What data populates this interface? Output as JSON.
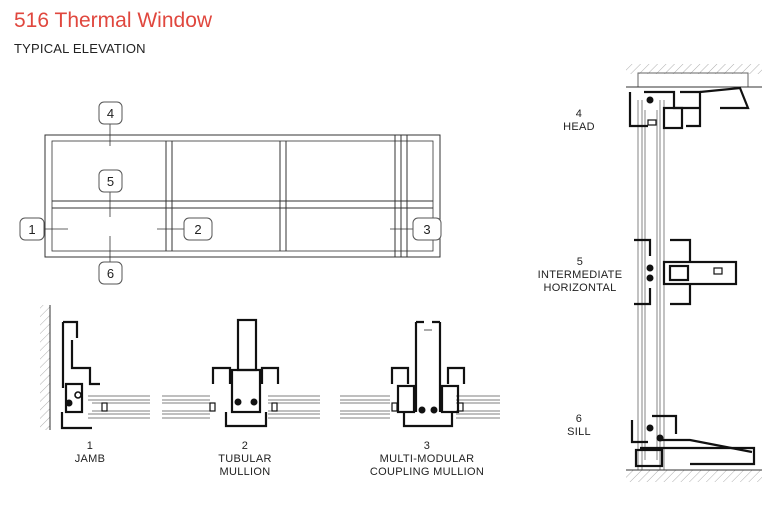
{
  "header": {
    "title": "516 Thermal Window",
    "subtitle": "TYPICAL ELEVATION"
  },
  "elevation": {
    "callouts": [
      "1",
      "2",
      "3",
      "4",
      "5",
      "6"
    ]
  },
  "details": {
    "jamb": {
      "number": "1",
      "line1": "JAMB",
      "line2": ""
    },
    "tubular": {
      "number": "2",
      "line1": "TUBULAR",
      "line2": "MULLION"
    },
    "multi": {
      "number": "3",
      "line1": "MULTI-MODULAR",
      "line2": "COUPLING MULLION"
    },
    "head": {
      "number": "4",
      "line1": "HEAD",
      "line2": ""
    },
    "intermediate": {
      "number": "5",
      "line1": "INTERMEDIATE",
      "line2": "HORIZONTAL"
    },
    "sill": {
      "number": "6",
      "line1": "SILL",
      "line2": ""
    }
  },
  "colors": {
    "title": "#e0473e",
    "line": "#333333",
    "ink": "#111111"
  }
}
